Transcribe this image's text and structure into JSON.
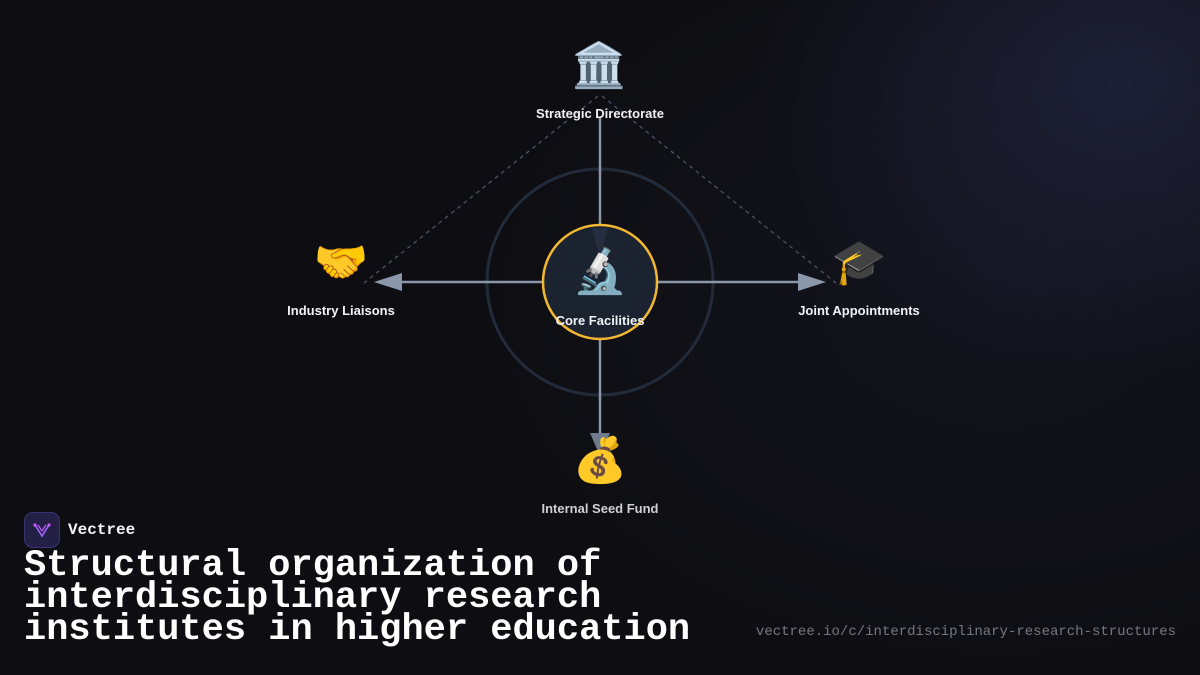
{
  "diagram": {
    "center": {
      "label": "Core Facilities",
      "icon": "microscope-icon",
      "glyph": "🔬"
    },
    "nodes": [
      {
        "id": "top",
        "label": "Strategic Directorate",
        "icon": "classical-building-icon",
        "glyph": "🏛️"
      },
      {
        "id": "left",
        "label": "Industry Liaisons",
        "icon": "handshake-icon",
        "glyph": "🤝"
      },
      {
        "id": "right",
        "label": "Joint Appointments",
        "icon": "graduation-cap-icon",
        "glyph": "🎓"
      },
      {
        "id": "bottom",
        "label": "Internal Seed Fund",
        "icon": "money-bag-icon",
        "glyph": "💰"
      }
    ],
    "colors": {
      "center_ring": "#f2b731",
      "outer_ring": "#222b3a",
      "connector": "#8a96aa",
      "dashed": "#4a5264"
    }
  },
  "brand": {
    "name": "Vectree",
    "logo_icon": "vectree-logo-icon"
  },
  "title": "Structural organization of interdisciplinary research institutes in higher education",
  "url": "vectree.io/c/interdisciplinary-research-structures"
}
